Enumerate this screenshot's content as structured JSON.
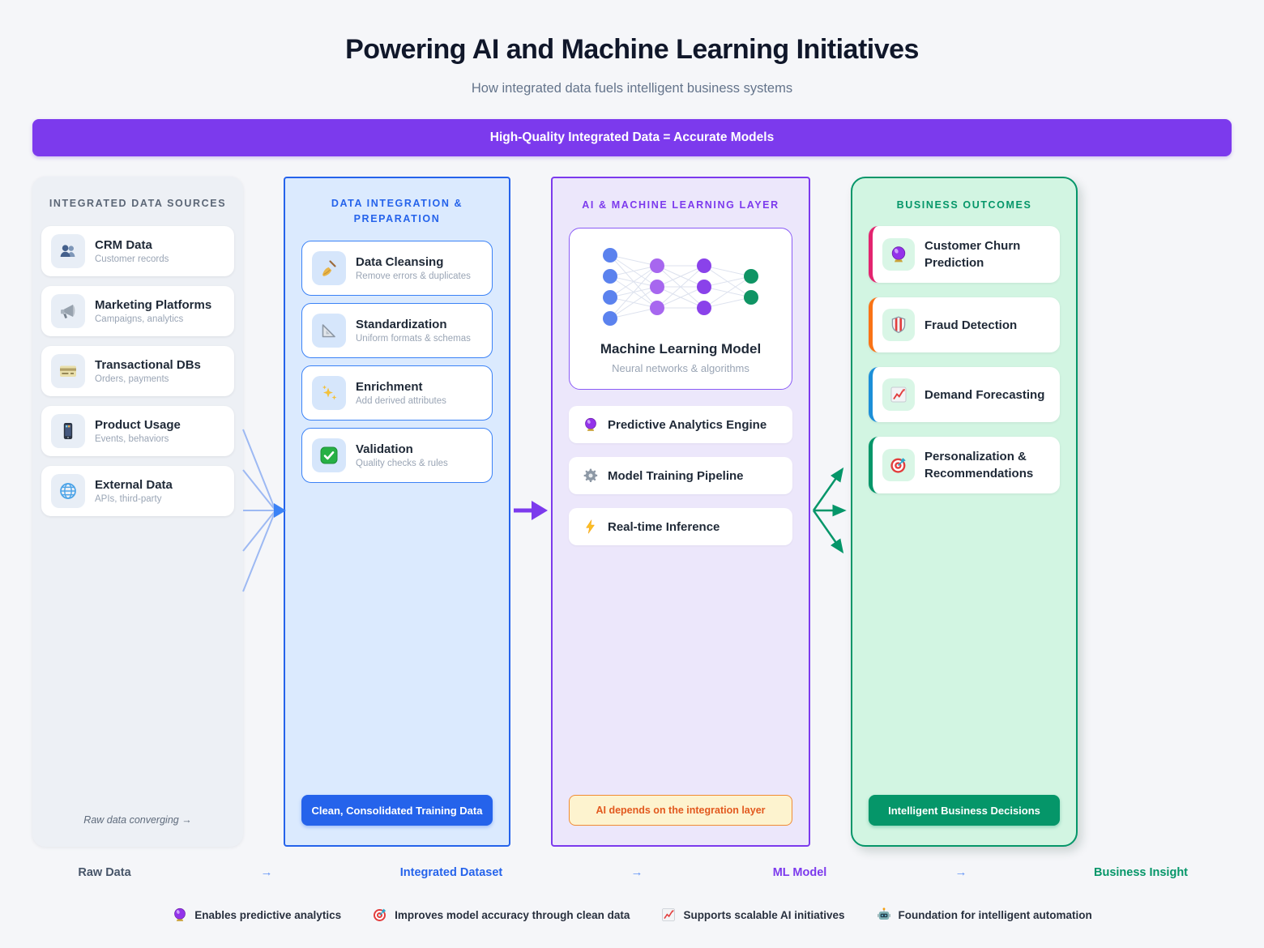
{
  "page": {
    "title": "Powering AI and Machine Learning Initiatives",
    "subtitle": "How integrated data fuels intelligent business systems"
  },
  "banner": {
    "label": "High-Quality Integrated Data = Accurate Models",
    "bg": "#7c3aed"
  },
  "sources": {
    "heading": "INTEGRATED DATA SOURCES",
    "items": [
      {
        "icon": "people",
        "title": "CRM Data",
        "subtitle": "Customer records"
      },
      {
        "icon": "megaphone",
        "title": "Marketing Platforms",
        "subtitle": "Campaigns, analytics"
      },
      {
        "icon": "credit-card",
        "title": "Transactional DBs",
        "subtitle": "Orders, payments"
      },
      {
        "icon": "mobile-phone",
        "title": "Product Usage",
        "subtitle": "Events, behaviors"
      },
      {
        "icon": "globe",
        "title": "External Data",
        "subtitle": "APIs, third-party"
      }
    ],
    "footnote": "Raw data converging →"
  },
  "integration": {
    "heading": "DATA INTEGRATION & PREPARATION",
    "accent": "#2563eb",
    "items": [
      {
        "icon": "broom",
        "title": "Data Cleansing",
        "subtitle": "Remove errors & duplicates"
      },
      {
        "icon": "triangle-ruler",
        "title": "Standardization",
        "subtitle": "Uniform formats & schemas"
      },
      {
        "icon": "sparkles",
        "title": "Enrichment",
        "subtitle": "Add derived attributes"
      },
      {
        "icon": "check-badge",
        "title": "Validation",
        "subtitle": "Quality checks & rules"
      }
    ],
    "footer_button": "Clean, Consolidated Training Data"
  },
  "ai_layer": {
    "heading": "AI & MACHINE LEARNING LAYER",
    "accent": "#7c3aed",
    "model": {
      "title": "Machine Learning Model",
      "subtitle": "Neural networks & algorithms",
      "network": {
        "layers": [
          4,
          3,
          3,
          2
        ],
        "layer_colors": [
          "#5b82ee",
          "#a767ef",
          "#8a42ea",
          "#0f9464"
        ],
        "link_color": "#dde2ee"
      }
    },
    "items": [
      {
        "icon": "crystal-ball",
        "label": "Predictive Analytics Engine"
      },
      {
        "icon": "gear",
        "label": "Model Training Pipeline"
      },
      {
        "icon": "lightning",
        "label": "Real-time Inference"
      }
    ],
    "footer_badge": "AI depends on the integration layer"
  },
  "outcomes": {
    "heading": "BUSINESS OUTCOMES",
    "accent": "#059669",
    "items": [
      {
        "icon": "crystal-ball",
        "label": "Customer Churn Prediction",
        "accent": "#e3246f"
      },
      {
        "icon": "shield",
        "label": "Fraud Detection",
        "accent": "#f97316"
      },
      {
        "icon": "chart-up",
        "label": "Demand Forecasting",
        "accent": "#1c8fd8"
      },
      {
        "icon": "target",
        "label": "Personalization & Recommendations",
        "accent": "#059669"
      }
    ],
    "footer_button": "Intelligent Business Decisions"
  },
  "flow": {
    "arrow": "→",
    "steps": [
      {
        "label": "Raw Data",
        "color": "#475569"
      },
      {
        "label": "Integrated Dataset",
        "color": "#2563eb"
      },
      {
        "label": "ML Model",
        "color": "#7c3aed"
      },
      {
        "label": "Business Insight",
        "color": "#059669"
      }
    ]
  },
  "legend": {
    "items": [
      {
        "icon": "crystal-ball",
        "text": "Enables predictive analytics"
      },
      {
        "icon": "target",
        "text": "Improves model accuracy through clean data"
      },
      {
        "icon": "chart-up",
        "text": "Supports scalable AI initiatives"
      },
      {
        "icon": "robot",
        "text": "Foundation for intelligent automation"
      }
    ]
  }
}
